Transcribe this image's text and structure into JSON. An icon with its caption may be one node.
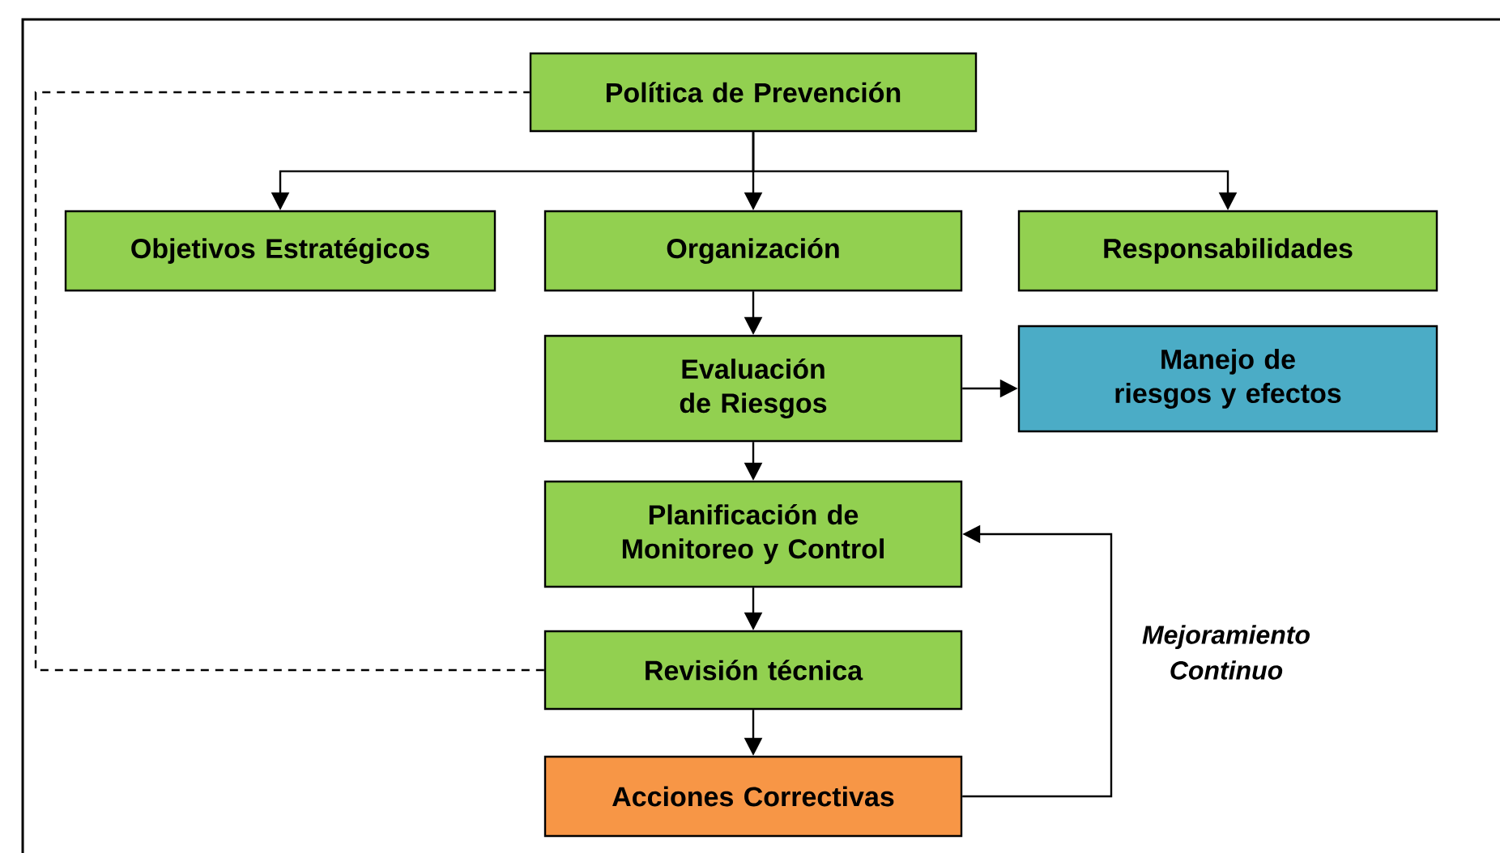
{
  "diagram": {
    "nodes": [
      {
        "text": [
          "Política de Prevención"
        ]
      },
      {
        "text": [
          "Objetivos Estratégicos"
        ]
      },
      {
        "text": [
          "Organización"
        ]
      },
      {
        "text": [
          "Responsabilidades"
        ]
      },
      {
        "text": [
          "Evaluación de Riesgos"
        ]
      },
      {
        "text": [
          "Manejo de riesgos y efectos"
        ]
      },
      {
        "text": [
          "Planificación de Monitoreo y Control"
        ]
      },
      {
        "text": [
          "Revisión técnica"
        ]
      },
      {
        "text": [
          "Acciones Correctivas"
        ]
      }
    ],
    "edges": [
      {
        "from": 0,
        "to": 1,
        "arrow": "to"
      },
      {
        "from": 0,
        "to": 2,
        "arrow": "to"
      },
      {
        "from": 0,
        "to": 3,
        "arrow": "to"
      },
      {
        "from": 2,
        "to": 4,
        "arrow": "to"
      },
      {
        "from": 4,
        "to": 5,
        "arrow": "to"
      },
      {
        "from": 4,
        "to": 6,
        "arrow": "to"
      },
      {
        "from": 6,
        "to": 7,
        "arrow": "to"
      },
      {
        "from": 7,
        "to": 8,
        "arrow": "to"
      },
      {
        "from": 8,
        "to": 6,
        "arrow": "to",
        "label": "Mejoramiento Continuo"
      },
      {
        "from": 7,
        "to": 0,
        "arrow": "none",
        "style": "dashed"
      }
    ]
  }
}
